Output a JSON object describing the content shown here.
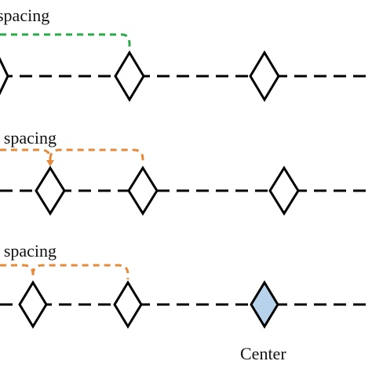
{
  "labels": {
    "row1": "spacing",
    "row2": "r spacing",
    "row3": "r spacing",
    "center": "Center"
  },
  "colors": {
    "line": "#000000",
    "bracket_green": "#2ba84a",
    "bracket_orange": "#e58a3a",
    "diamond_fill": "#ffffff",
    "center_fill": "#b7d3ec"
  },
  "rows": [
    {
      "name": "row-1",
      "bracket": "green",
      "markers": 3
    },
    {
      "name": "row-2",
      "bracket": "orange",
      "markers": 3
    },
    {
      "name": "row-3",
      "bracket": "orange",
      "markers": 3,
      "highlight": "center"
    }
  ]
}
